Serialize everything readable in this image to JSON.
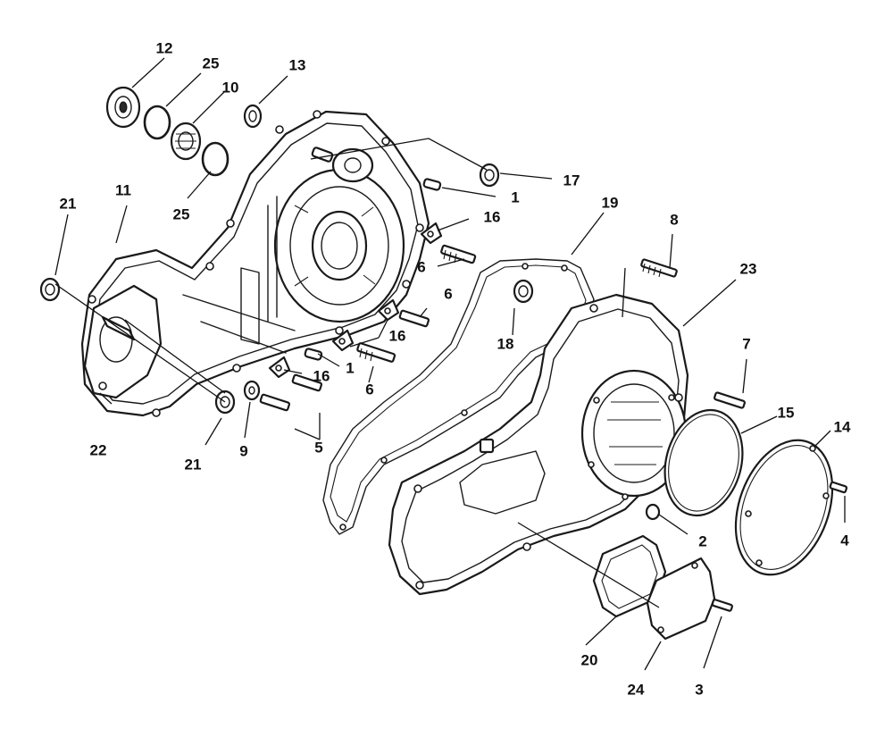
{
  "diagram": {
    "callouts": [
      {
        "id": "c1",
        "text": "12"
      },
      {
        "id": "c2",
        "text": "25"
      },
      {
        "id": "c3",
        "text": "10"
      },
      {
        "id": "c4",
        "text": "13"
      },
      {
        "id": "c5",
        "text": "17"
      },
      {
        "id": "c6",
        "text": "1"
      },
      {
        "id": "c7",
        "text": "16"
      },
      {
        "id": "c8",
        "text": "19"
      },
      {
        "id": "c9",
        "text": "8"
      },
      {
        "id": "c10",
        "text": "23"
      },
      {
        "id": "c11",
        "text": "21"
      },
      {
        "id": "c12",
        "text": "11"
      },
      {
        "id": "c13",
        "text": "25"
      },
      {
        "id": "c14",
        "text": "6"
      },
      {
        "id": "c15",
        "text": "6"
      },
      {
        "id": "c16",
        "text": "16"
      },
      {
        "id": "c17",
        "text": "18"
      },
      {
        "id": "c18",
        "text": "1"
      },
      {
        "id": "c19",
        "text": "16"
      },
      {
        "id": "c20",
        "text": "6"
      },
      {
        "id": "c21",
        "text": "7"
      },
      {
        "id": "c22",
        "text": "15"
      },
      {
        "id": "c23",
        "text": "14"
      },
      {
        "id": "c24",
        "text": "22"
      },
      {
        "id": "c25",
        "text": "21"
      },
      {
        "id": "c26",
        "text": "9"
      },
      {
        "id": "c27",
        "text": "5"
      },
      {
        "id": "c28",
        "text": "2"
      },
      {
        "id": "c29",
        "text": "4"
      },
      {
        "id": "c30",
        "text": "20"
      },
      {
        "id": "c31",
        "text": "24"
      },
      {
        "id": "c32",
        "text": "3"
      }
    ]
  }
}
